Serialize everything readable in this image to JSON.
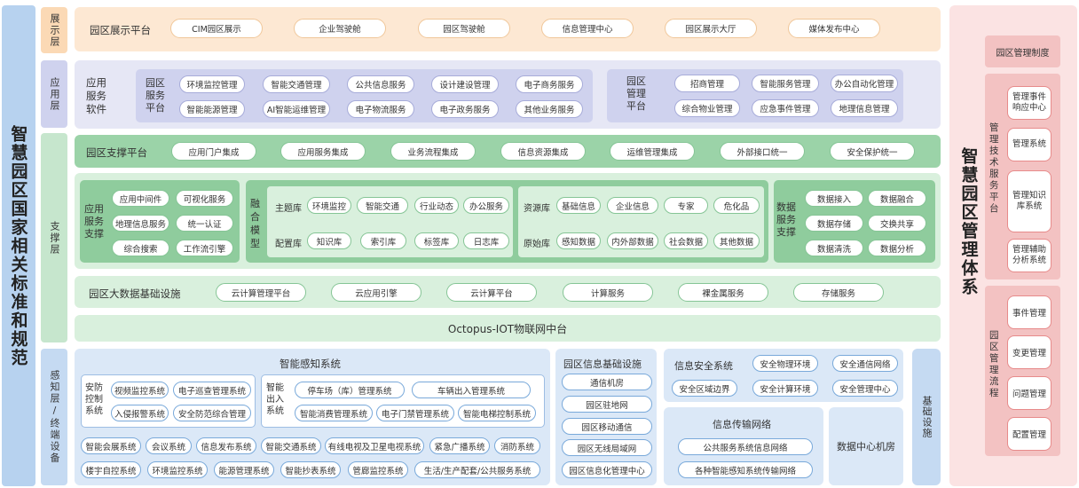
{
  "left_title": "智慧园区国家相关标准和规范",
  "right_title": "智慧园区管理体系",
  "layers": {
    "display": "展示层",
    "app": "应用层",
    "support": "支撑层",
    "sense": "感知层/终端设备"
  },
  "display": {
    "title": "园区展示平台",
    "items": [
      "CIM园区展示",
      "企业驾驶舱",
      "园区驾驶舱",
      "信息管理中心",
      "园区展示大厅",
      "媒体发布中心"
    ]
  },
  "app": {
    "title": "应用服务软件",
    "svc_title": "园区服务平台",
    "svc_items": [
      "环境监控管理",
      "智能交通管理",
      "公共信息服务",
      "设计建设管理",
      "电子商务服务",
      "智能能源管理",
      "AI智能运维管理",
      "电子物流服务",
      "电子政务服务",
      "其他业务服务"
    ],
    "mgmt_title": "园区管理平台",
    "mgmt_items": [
      "招商管理",
      "智能服务管理",
      "办公自动化管理",
      "综合物业管理",
      "应急事件管理",
      "地理信息管理"
    ]
  },
  "support_platform": {
    "title": "园区支撑平台",
    "items": [
      "应用门户集成",
      "应用服务集成",
      "业务流程集成",
      "信息资源集成",
      "运维管理集成",
      "外部接口统一",
      "安全保护统一"
    ]
  },
  "app_support": {
    "title": "应用服务支撑",
    "items": [
      "应用中间件",
      "可视化服务",
      "地理信息服务",
      "统一认证",
      "综合搜索",
      "工作流引擎"
    ]
  },
  "fusion": {
    "title": "融合模型",
    "topic": "主题库",
    "topic_items": [
      "环境监控",
      "智能交通",
      "行业动态",
      "办公服务"
    ],
    "config": "配置库",
    "config_items": [
      "知识库",
      "索引库",
      "标签库",
      "日志库"
    ],
    "resource": "资源库",
    "resource_items": [
      "基础信息",
      "企业信息",
      "专家",
      "危化品"
    ],
    "raw": "原始库",
    "raw_items": [
      "感知数据",
      "内外部数据",
      "社会数据",
      "其他数据"
    ]
  },
  "data_support": {
    "title": "数据服务支撑",
    "items": [
      "数据接入",
      "数据融合",
      "数据存储",
      "交换共享",
      "数据清洗",
      "数据分析"
    ]
  },
  "bigdata": {
    "title": "园区大数据基础设施",
    "items": [
      "云计算管理平台",
      "云应用引擎",
      "云计算平台",
      "计算服务",
      "裸金属服务",
      "存储服务"
    ]
  },
  "iot": "Octopus-IOT物联网中台",
  "sensing": {
    "title": "智能感知系统",
    "security_title": "安防控制系统",
    "security_items": [
      "视频监控系统",
      "电子巡查管理系统",
      "入侵报警系统",
      "安全防范综合管理"
    ],
    "access_title": "智能出入系统",
    "access_items": [
      "停车场（库）管理系统",
      "车辆出入管理系统",
      "智能消费管理系统",
      "电子门禁管理系统",
      "智能电梯控制系统"
    ],
    "row1": [
      "智能会展系统",
      "会议系统",
      "信息发布系统",
      "智能交通系统",
      "有线电视及卫星电视系统",
      "紧急广播系统",
      "消防系统"
    ],
    "row2": [
      "楼宇自控系统",
      "环境监控系统",
      "能源管理系统",
      "智能抄表系统",
      "管廊监控系统",
      "生活/生产配套/公共服务系统"
    ]
  },
  "infra": {
    "title": "园区信息基础设施",
    "items": [
      "通信机房",
      "园区驻地网",
      "园区移动通信",
      "园区无线局域网",
      "园区信息化管理中心"
    ]
  },
  "infosec": {
    "title": "信息安全系统",
    "items": [
      "安全物理环境",
      "安全通信网络",
      "安全区域边界",
      "安全计算环境",
      "安全管理中心"
    ]
  },
  "transport": {
    "title": "信息传输网络",
    "items": [
      "公共服务系统信息网络",
      "各种智能感知系统传输网络"
    ]
  },
  "datacenter": "数据中心机房",
  "base": "基础设施",
  "mgmt": {
    "system": "园区管理制度",
    "tech_title": "管理技术服务平台",
    "tech_items": [
      "管理事件响应中心",
      "管理系统",
      "管理知识库系统",
      "管理辅助分析系统"
    ],
    "flow_title": "园区管理流程",
    "flow_items": [
      "事件管理",
      "变更管理",
      "问题管理",
      "配置管理"
    ]
  },
  "colors": {
    "orange_bg": "#fde8d3",
    "purple_bg": "#e6e7f5",
    "green": "#8fcc9d",
    "green_bg": "#d9f0dd",
    "blue_bg": "#dbe8f7",
    "pink_bg": "#fbe3e3"
  }
}
